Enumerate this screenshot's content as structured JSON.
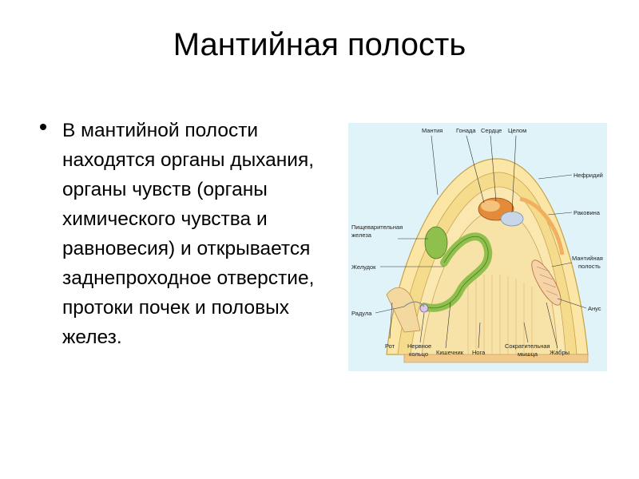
{
  "slide": {
    "title": "Мантийная полость",
    "bullet": "В мантийной полости находятся органы дыхания, органы чувств (органы химического чувства и равновесия) и открывается заднепроходное отверстие, протоки почек и половых желез."
  },
  "figure": {
    "labels": {
      "mantle": "Мантия",
      "gonad": "Гонада",
      "heart": "Сердце",
      "coelom": "Целом",
      "nephridium": "Нефридий",
      "shell": "Раковина",
      "digestive_gland_1": "Пищеварительная",
      "digestive_gland_2": "железа",
      "stomach": "Желудок",
      "mantle_cavity_1": "Мантийная",
      "mantle_cavity_2": "полость",
      "radula": "Радула",
      "anus": "Анус",
      "mouth": "Рот",
      "nerve_ring_1": "Нервное",
      "nerve_ring_2": "кольцо",
      "intestine": "Кишечник",
      "foot": "Нога",
      "contractile_muscle_1": "Сократительная",
      "contractile_muscle_2": "мышца",
      "gills": "Жабры"
    }
  }
}
